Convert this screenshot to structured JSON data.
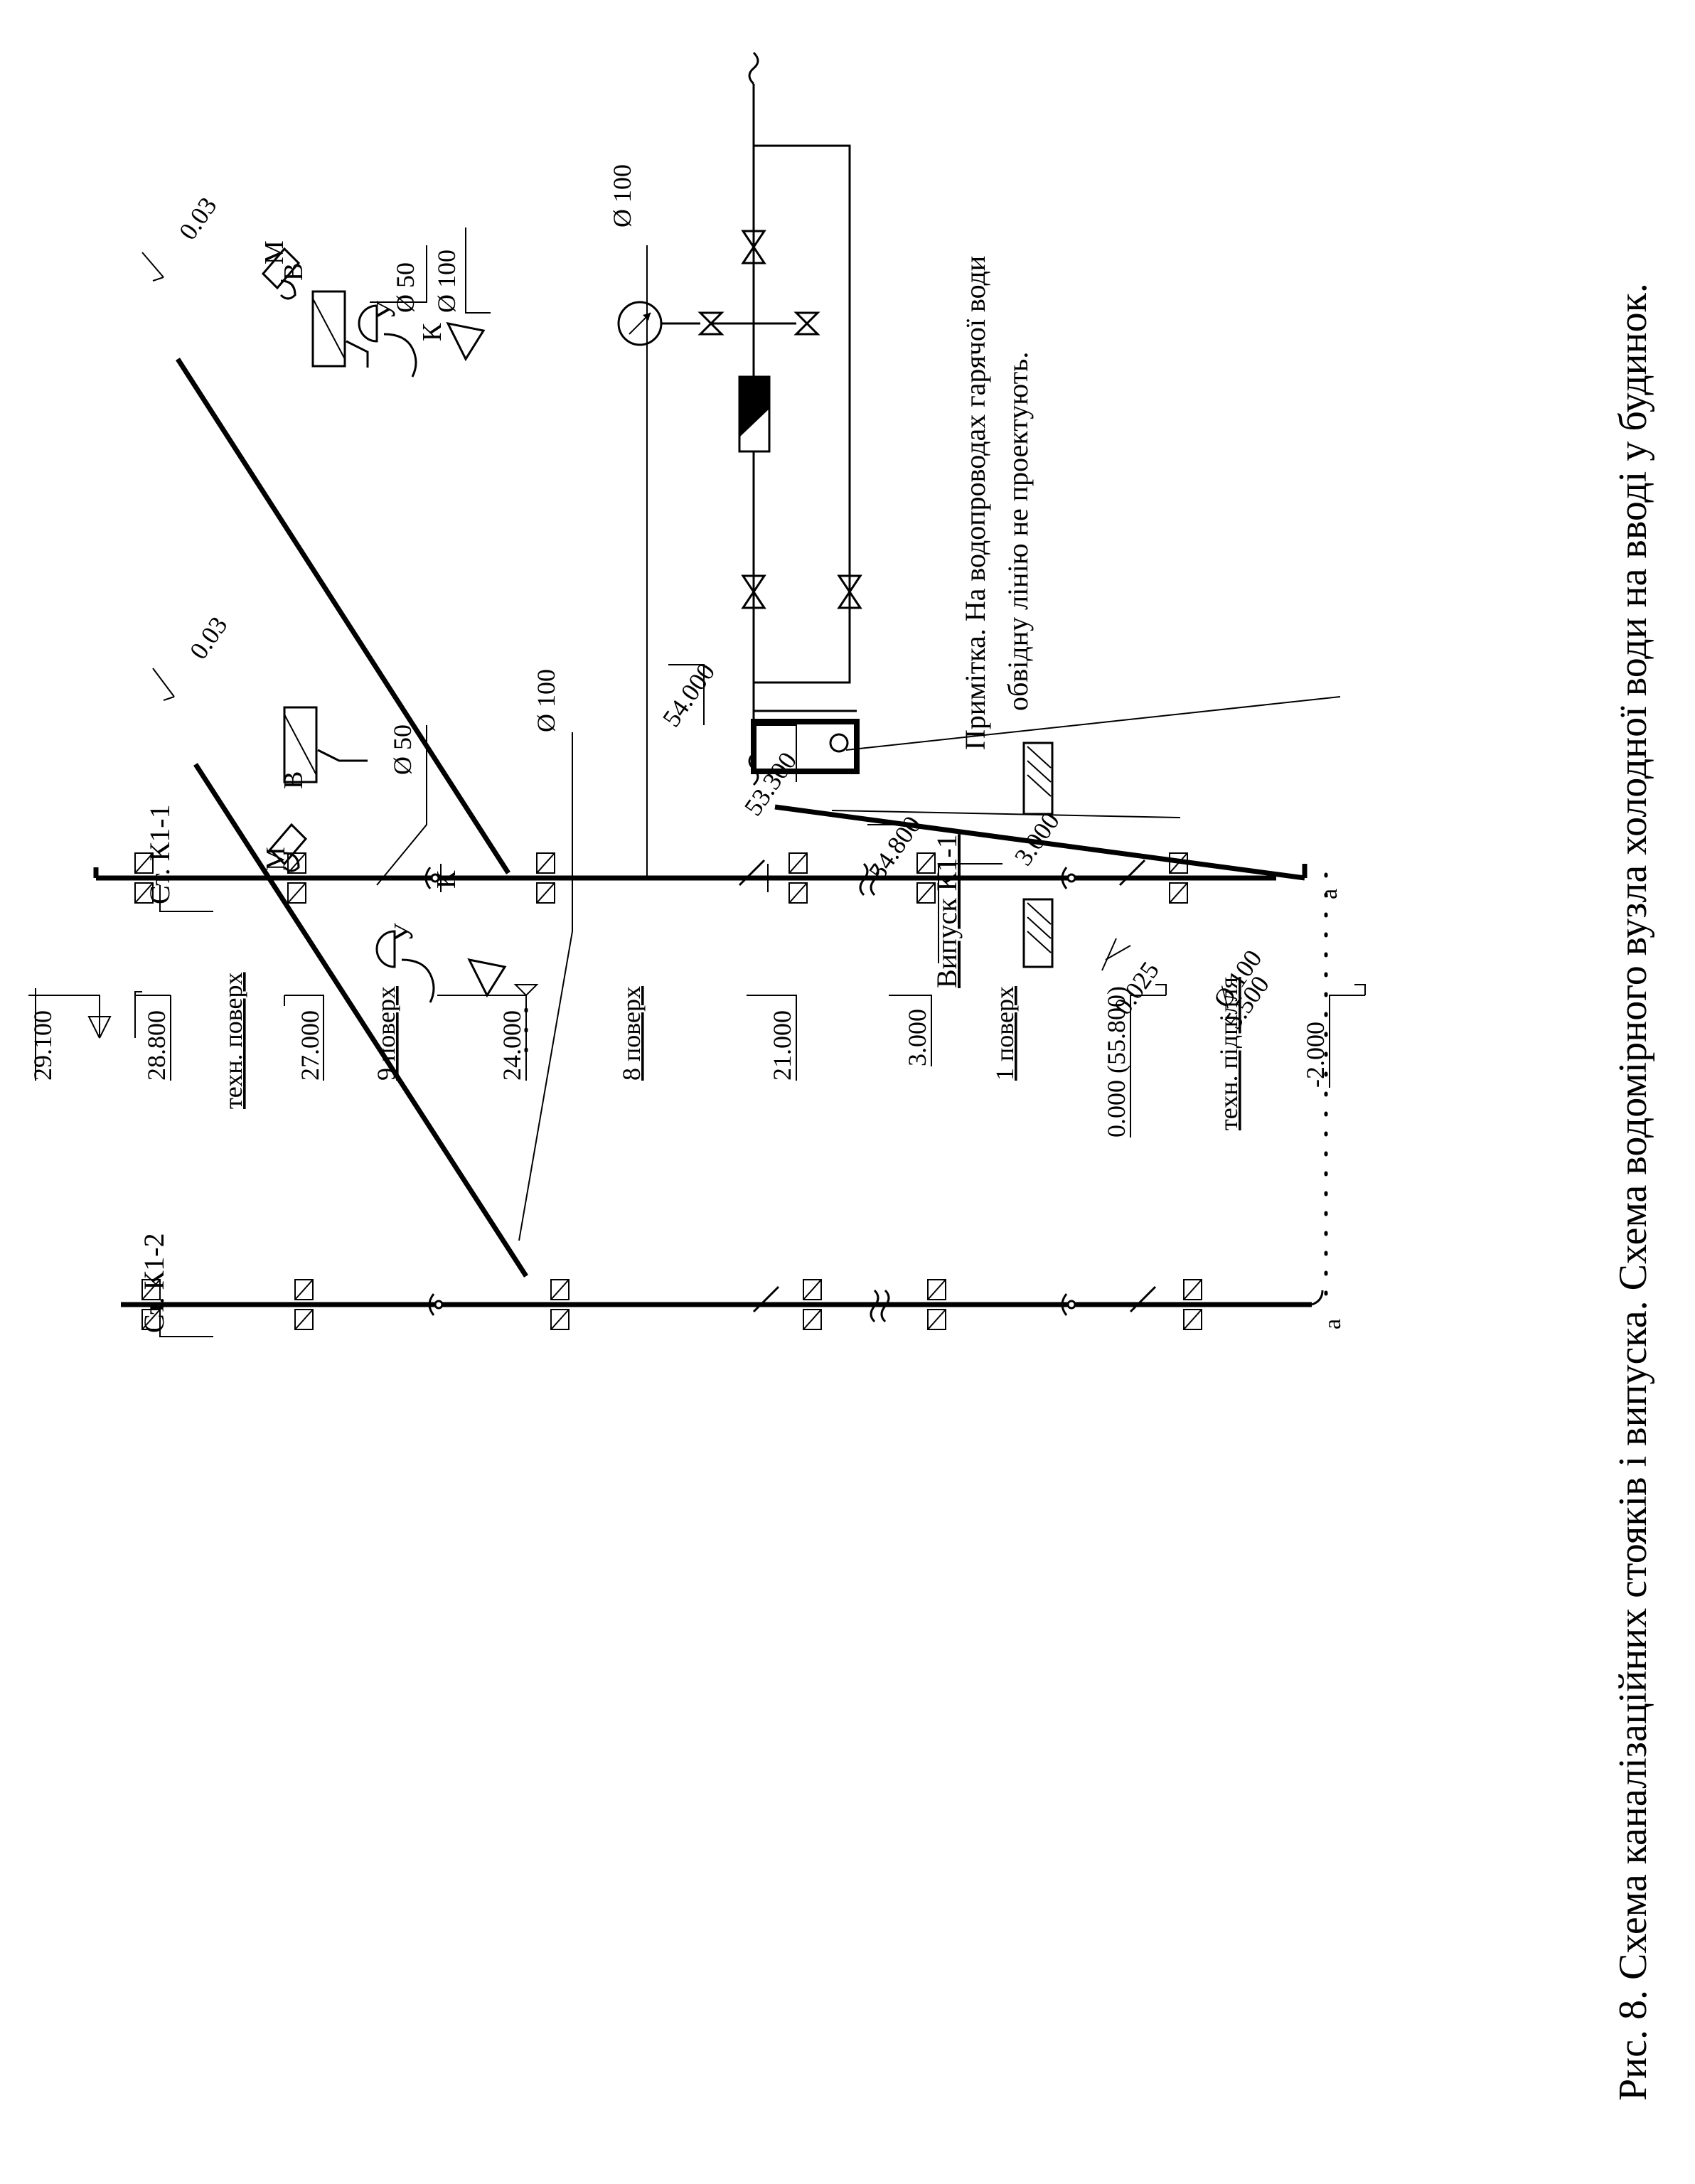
{
  "caption": "Рис. 8. Схема каналізаційних стояків і випуска. Схема водомірного вузла холодної води на вводі у будинок.",
  "note": {
    "line1": "Примітка. На водопроводах гарячої води",
    "line2": "обвідну лінію не проектують."
  },
  "levels": [
    {
      "key": "l1",
      "text": "29.100"
    },
    {
      "key": "l2",
      "text": "28.800"
    },
    {
      "key": "l3",
      "text": "техн. поверх"
    },
    {
      "key": "l4",
      "text": "27.000"
    },
    {
      "key": "l5",
      "text": "9 поверх"
    },
    {
      "key": "l6",
      "text": "24.000"
    },
    {
      "key": "l7",
      "text": "8 поверх"
    },
    {
      "key": "l8",
      "text": "21.000"
    },
    {
      "key": "l9",
      "text": "3.000"
    },
    {
      "key": "l10",
      "text": "1 поверх"
    },
    {
      "key": "l11",
      "text": "0.000 (55.800)"
    },
    {
      "key": "l12",
      "text": "техн. підпілля"
    },
    {
      "key": "l13",
      "text": "-2.000"
    }
  ],
  "riser1": {
    "title": "Ст. К1-1",
    "fixture_m": "М",
    "fixture_v": "В",
    "fixture_u": "У",
    "fixture_k": "К",
    "slope": "0.03",
    "d50": "Ø 50",
    "d100a": "Ø 100",
    "d100b": "Ø 100"
  },
  "outlet": {
    "title": "Випуск К1-1",
    "d100": "Ø 100",
    "slope": "0.025",
    "dim1": "5.500",
    "dim2": "3.000",
    "elev1": "54.800",
    "elev2": "54.000",
    "elev3": "53.300",
    "mark_a": "а"
  },
  "riser2": {
    "title": "Ст. К1-2",
    "fixture_m": "М",
    "fixture_v": "В",
    "fixture_u": "У",
    "fixture_k": "К",
    "slope": "0.03",
    "d50": "Ø 50",
    "d100": "Ø 100",
    "mark_a": "а"
  }
}
